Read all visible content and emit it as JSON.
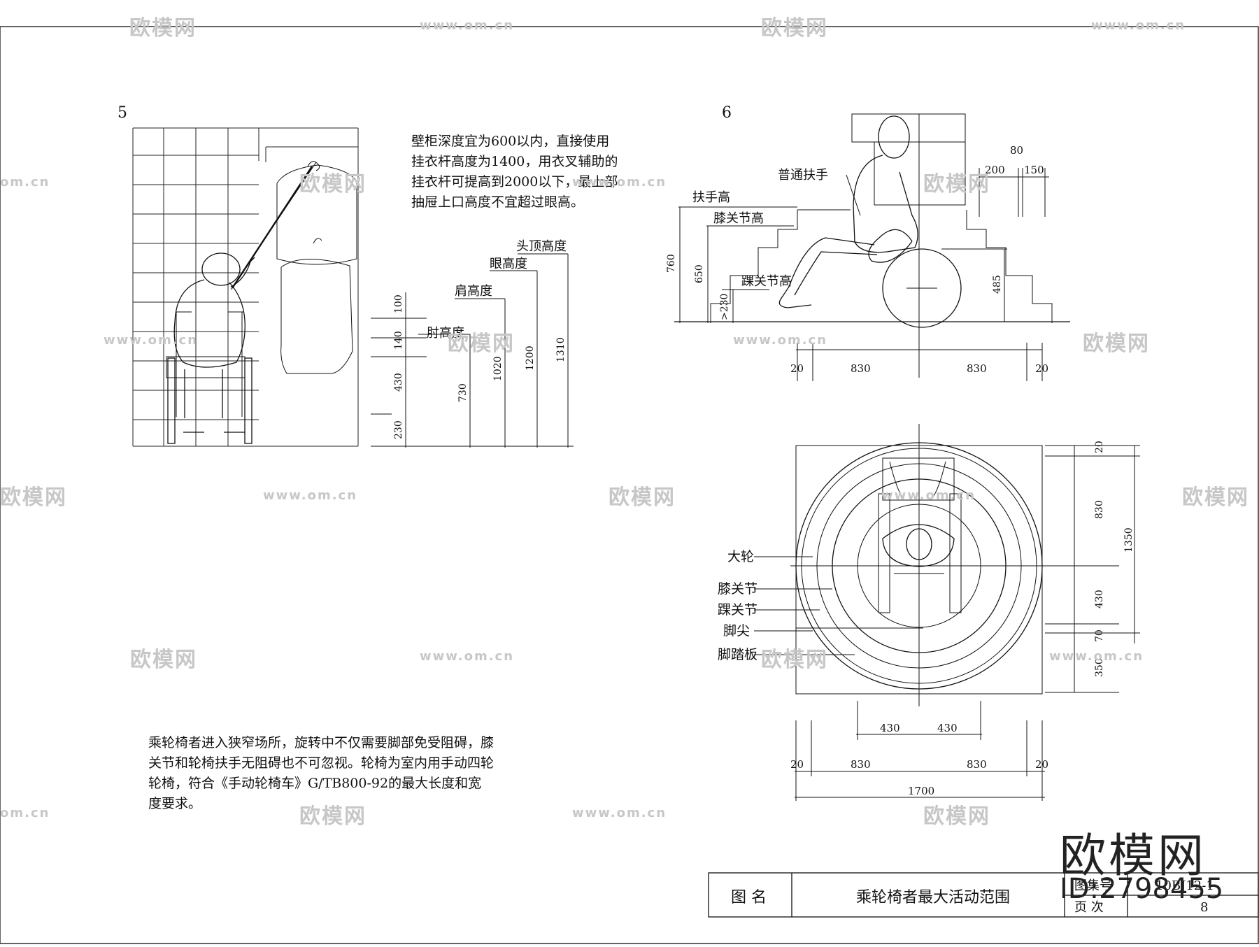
{
  "panel5": {
    "number": "5",
    "note": "壁柜深度宜为600以内，直接使用\n挂衣杆高度为1400，用衣叉辅助的\n挂衣杆可提高到2000以下，最上部\n抽屉上口高度不宜超过眼高。",
    "labels": {
      "head": "头顶高度",
      "eye": "眼高度",
      "shoulder": "肩高度",
      "elbow": "肘高度"
    },
    "dims_left": [
      "100",
      "140",
      "430",
      "230"
    ],
    "dims_heights": [
      "730",
      "1020",
      "1200",
      "1310"
    ]
  },
  "panel6": {
    "number": "6",
    "labels": {
      "handrail_common": "普通扶手",
      "handrail_height": "扶手高",
      "knee_height": "膝关节高",
      "ankle_height": "踝关节高"
    },
    "dims_side": [
      "760",
      "650",
      ">230",
      "485"
    ],
    "dims_top": [
      "80",
      "200",
      "150"
    ],
    "dims_bottom": [
      "20",
      "830",
      "830",
      "20"
    ]
  },
  "plan": {
    "labels": [
      "大轮",
      "膝关节",
      "踝关节",
      "脚尖",
      "脚踏板"
    ],
    "dims_right": [
      "20",
      "830",
      "430",
      "70",
      "350"
    ],
    "dims_total": "1350",
    "dims_bottom_inner": [
      "430",
      "430"
    ],
    "dims_bottom": [
      "20",
      "830",
      "830",
      "20"
    ],
    "dims_overall": "1700"
  },
  "bottom_note": "乘轮椅者进入狭窄场所，旋转中不仅需要脚部免受阻碍，膝\n关节和轮椅扶手无阻碍也不可忽视。轮椅为室内用手动四轮\n轮椅，符合《手动轮椅车》G/TB800-92的最大长度和宽\n度要求。",
  "title_block": {
    "name_label": "图  名",
    "title": "乘轮椅者最大活动范围",
    "atlas_label": "图集号",
    "atlas_value": "10BJ12-1",
    "page_label": "页  次",
    "page_value": "8"
  },
  "watermark": {
    "brand": "欧模网",
    "url": "www.om.cn",
    "url_short": "om.cn",
    "id": "ID:2798455"
  }
}
